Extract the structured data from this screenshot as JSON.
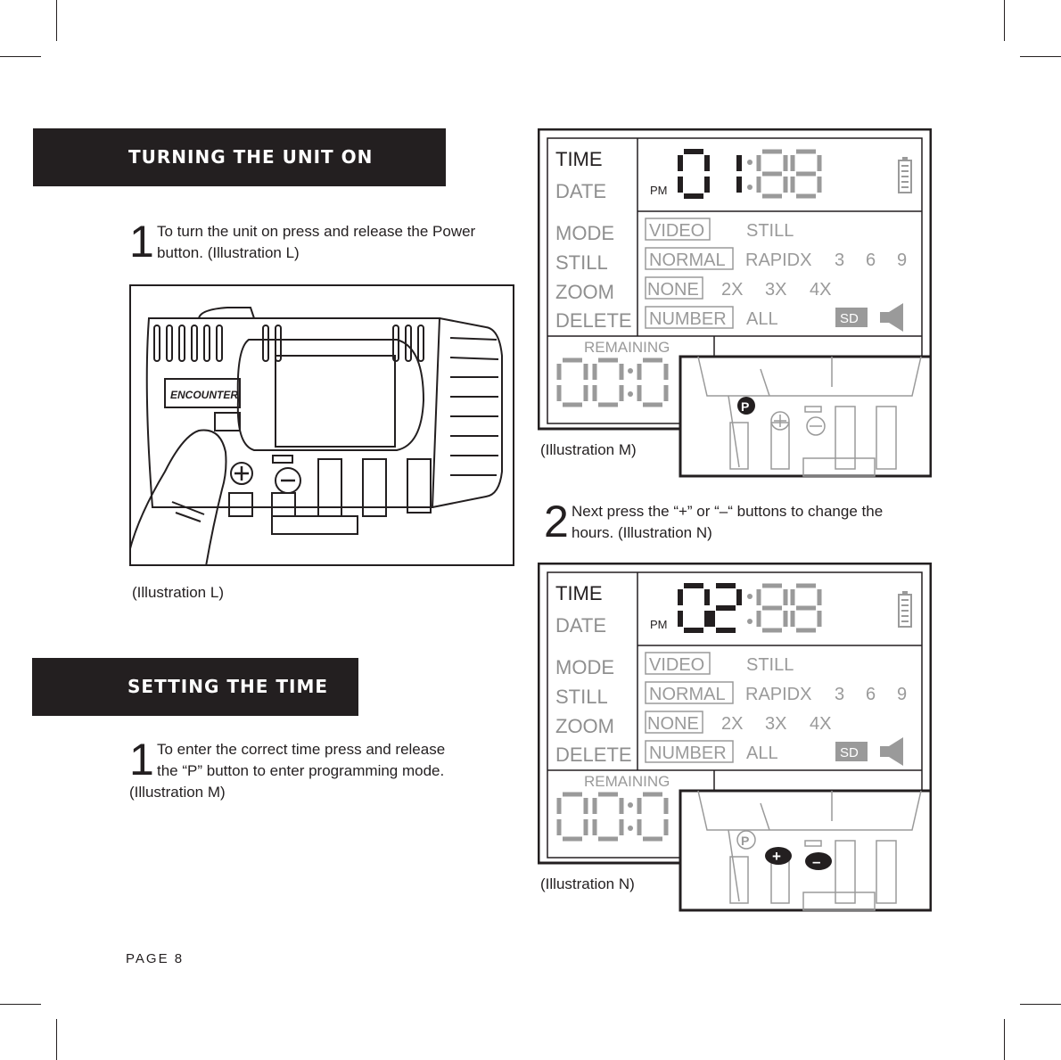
{
  "sections": {
    "turning_on": {
      "heading": "TURNING THE UNIT ON",
      "step_number": "1",
      "step_line1": "To turn the unit on press and release the Power",
      "step_line2": "button. (Illustration L)",
      "caption": "(Illustration L)",
      "brand_logo": "ENCOUNTER"
    },
    "setting_time": {
      "heading": "SETTING THE TIME",
      "step1_number": "1",
      "step1_line1": "To enter the correct time press and release",
      "step1_line2": "the “P” button to enter programming mode.",
      "step1_line3": "(Illustration M)",
      "step2_number": "2",
      "step2_line1": "Next press the “+” or “–“ buttons to change the",
      "step2_line2": "hours. (Illustration N)"
    }
  },
  "lcd_m": {
    "caption": "(Illustration M)",
    "time_digits": "01",
    "minute_digits": "88",
    "p_button": "P"
  },
  "lcd_n": {
    "caption": "(Illustration N)",
    "time_digits": "02",
    "minute_digits": "88",
    "p_button": "P",
    "plus_button": "+",
    "minus_button": "–"
  },
  "lcd_labels": {
    "time": "TIME",
    "date": "DATE",
    "mode": "MODE",
    "still": "STILL",
    "zoom": "ZOOM",
    "delete": "DELETE",
    "pm": "PM",
    "video": "VIDEO",
    "still_opt": "STILL",
    "normal": "NORMAL",
    "rapidx": "RAPIDX",
    "r3": "3",
    "r6": "6",
    "r9": "9",
    "none": "NONE",
    "z2": "2X",
    "z3": "3X",
    "z4": "4X",
    "number": "NUMBER",
    "all": "ALL",
    "sd": "SD",
    "remaining": "REMAINING",
    "remaining_digits": "00:00"
  },
  "footer": {
    "page": "PAGE 8"
  },
  "colors": {
    "ink": "#231f20",
    "lcd_dim": "#9a9a9a"
  },
  "icons": [
    "battery-icon",
    "speaker-icon",
    "sd-card-icon",
    "finger-press-icon"
  ]
}
